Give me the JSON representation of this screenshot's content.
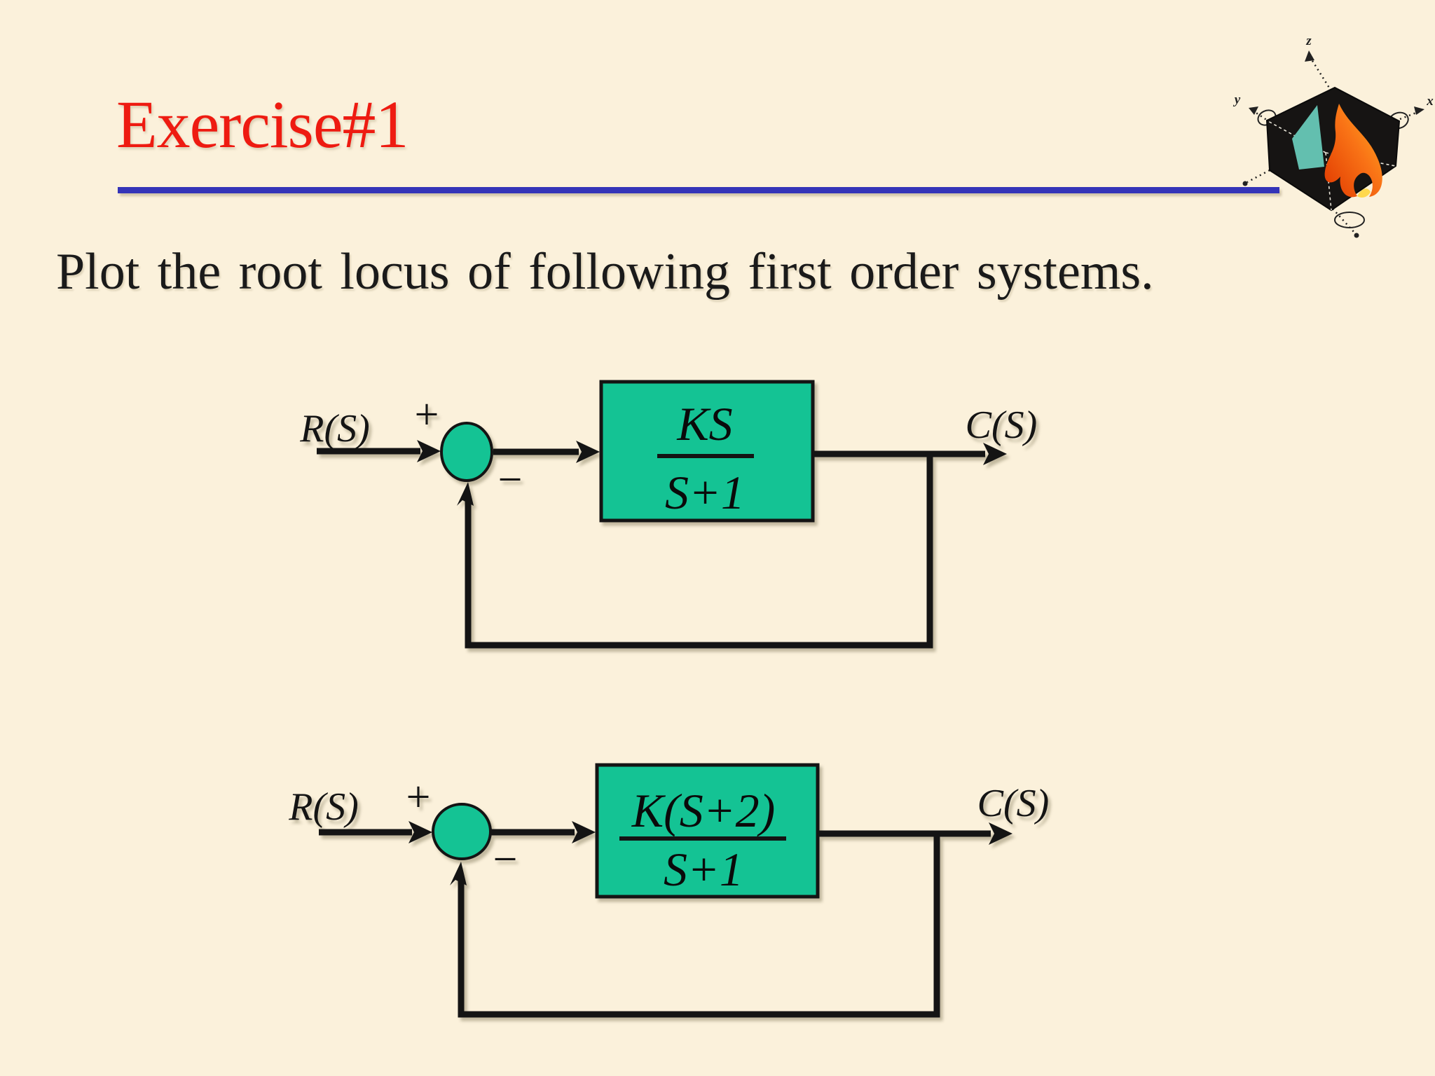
{
  "slide": {
    "title": "Exercise#1",
    "subtitle": "Plot the root locus of following first order systems."
  },
  "colors": {
    "background": "#FBF1DB",
    "title_red": "#EE1B11",
    "divider_blue": "#3434B8",
    "block_teal": "#14C394",
    "line_black": "#141414"
  },
  "logo": {
    "axis_z": "z",
    "axis_y": "y",
    "axis_x": "x"
  },
  "diagrams": [
    {
      "input_label": "R(S)",
      "plus": "+",
      "minus": "−",
      "numerator": "KS",
      "denominator": "S+1",
      "output_label": "C(S)"
    },
    {
      "input_label": "R(S)",
      "plus": "+",
      "minus": "−",
      "numerator": "K(S+2)",
      "denominator": "S+1",
      "output_label": "C(S)"
    }
  ]
}
